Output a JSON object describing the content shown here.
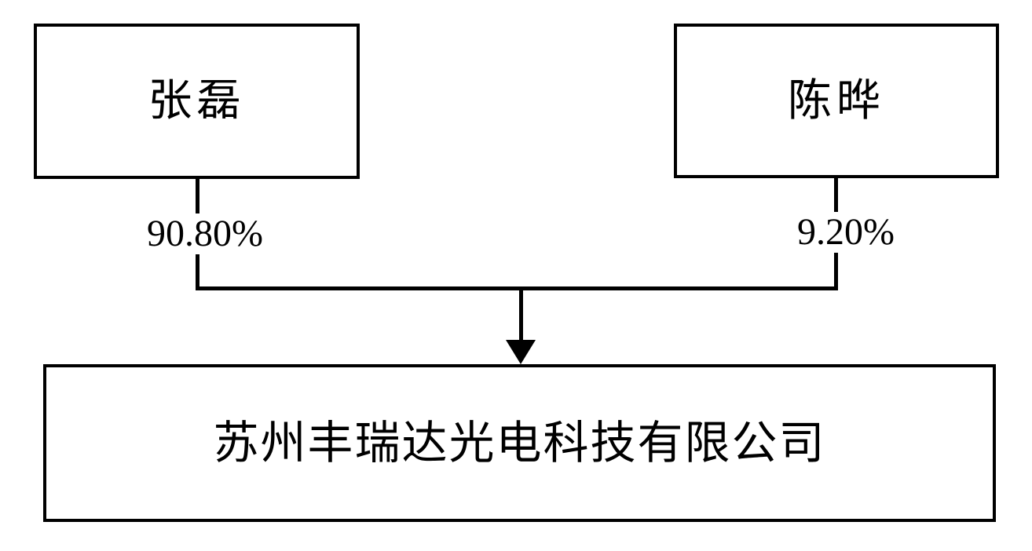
{
  "diagram": {
    "type": "equity-structure",
    "shareholders": [
      {
        "name": "张磊",
        "ownership": "90.80%"
      },
      {
        "name": "陈晔",
        "ownership": "9.20%"
      }
    ],
    "company": {
      "name": "苏州丰瑞达光电科技有限公司"
    },
    "colors": {
      "line": "#000000",
      "text": "#000000",
      "background": "#ffffff"
    }
  }
}
